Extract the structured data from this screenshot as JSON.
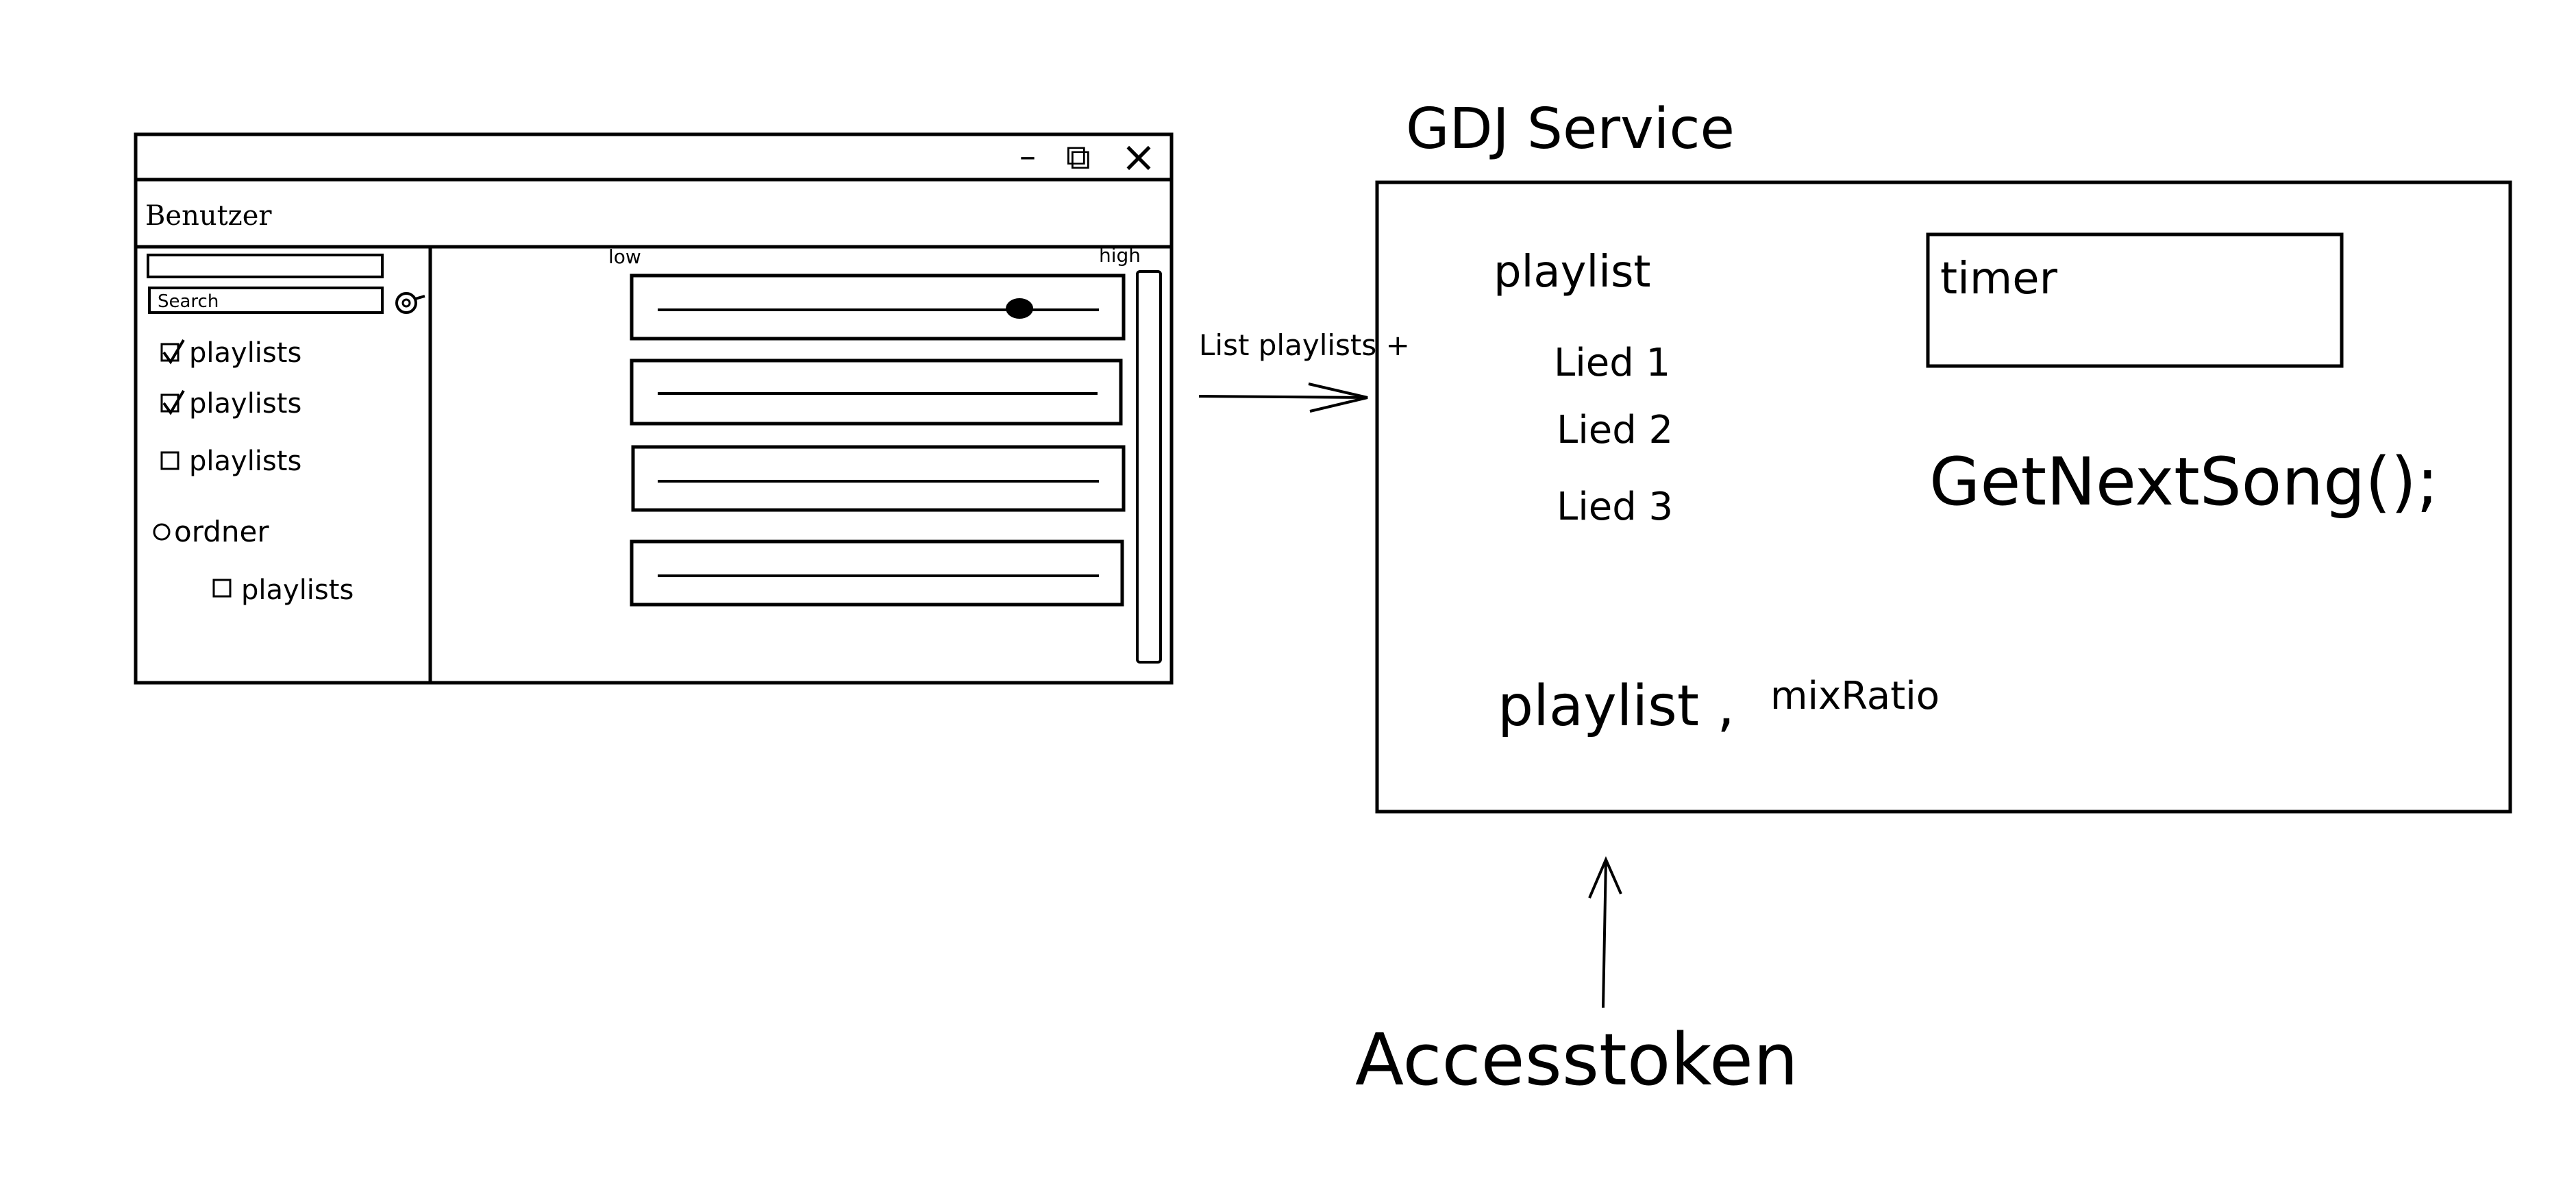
{
  "mockup_window": {
    "controls": {
      "minimize": "–",
      "restore": "⧉",
      "close": "×"
    },
    "user_label": "Benutzer",
    "search_placeholder": "Search",
    "sidebar_items": [
      {
        "label": "playlists",
        "checked": true
      },
      {
        "label": "playlists",
        "checked": true
      },
      {
        "label": "playlists",
        "checked": false
      }
    ],
    "folder": {
      "label": "ordner",
      "children": [
        {
          "label": "playlists",
          "checked": false
        }
      ]
    },
    "slider_scale": {
      "low": "low",
      "high": "high"
    },
    "slider_count": 4,
    "first_slider_level": 0.82
  },
  "arrow_label": "List playlists +",
  "service": {
    "title": "GDJ Service",
    "playlist_heading": "playlist",
    "playlist_items": [
      "Lied 1",
      "Lied 2",
      "Lied 3"
    ],
    "timer_label": "timer",
    "method_call": "GetNextSong();",
    "params": {
      "playlist": "playlist ,",
      "mix_ratio": "mixRatio"
    }
  },
  "access_token_label": "Accesstoken"
}
